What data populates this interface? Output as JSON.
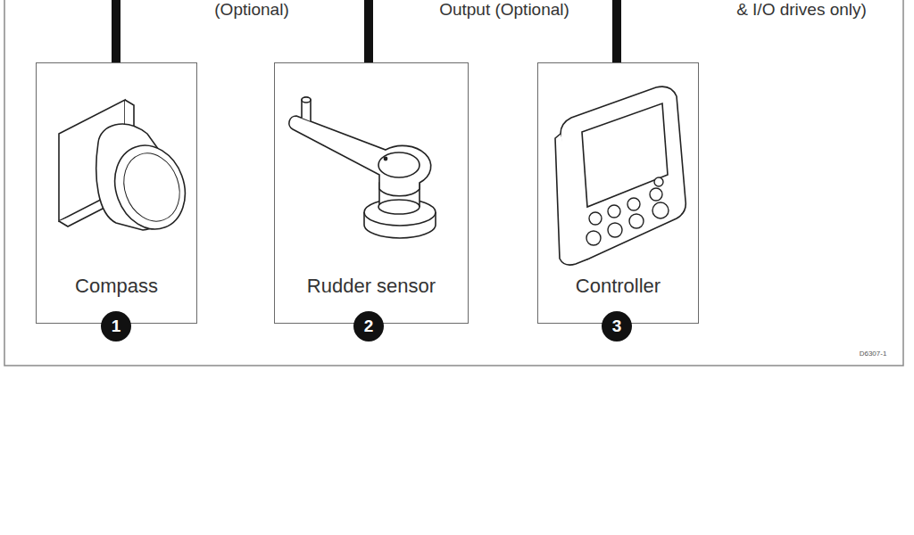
{
  "diagram": {
    "nodes": [
      {
        "text": [
          "Compass"
        ]
      },
      {
        "text": [
          "Rudder sensor"
        ]
      },
      {
        "text": [
          "Controller"
        ]
      }
    ],
    "labels": [
      "(Optional)",
      "Output (Optional)",
      "& I/O drives only)",
      "1",
      "2",
      "3",
      "D6307-1"
    ]
  }
}
